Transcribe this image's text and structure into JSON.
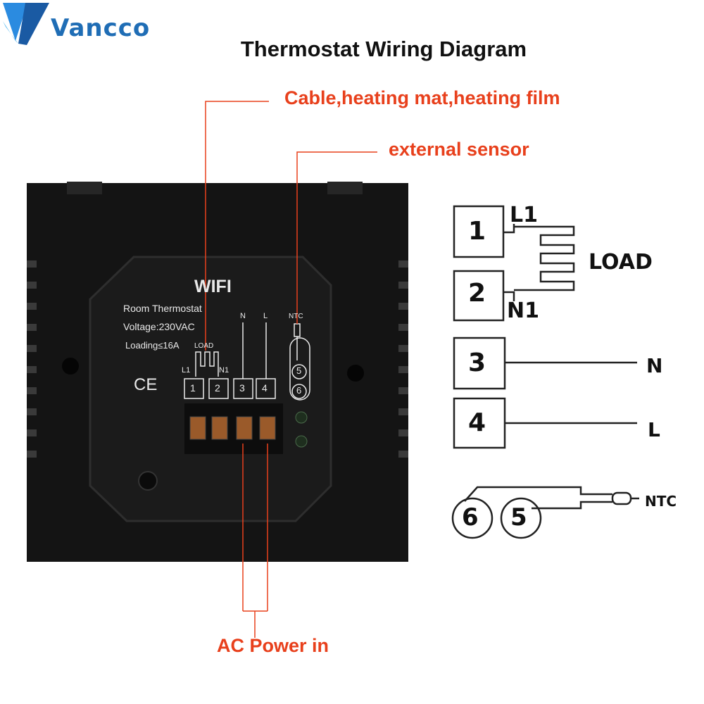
{
  "brand": {
    "name": "Vancco"
  },
  "title": "Thermostat Wiring Diagram",
  "callouts": {
    "load": "Cable,heating mat,heating film",
    "sensor": "external sensor",
    "power": "AC Power in"
  },
  "device": {
    "wifi": "WIFI",
    "model": "Room Thermostat",
    "voltage": "Voltage:230VAC",
    "loading": "Loading≤16A",
    "ce": "CE",
    "load": "LOAD",
    "terminals": [
      "1",
      "2",
      "3",
      "4"
    ],
    "l1": "L1",
    "n1": "N1",
    "n": "N",
    "l": "L",
    "ntc": "NTC",
    "sensor_pins": [
      "5",
      "6"
    ]
  },
  "schematic": {
    "terminals": [
      "1",
      "2",
      "3",
      "4"
    ],
    "l1": "L1",
    "n1": "N1",
    "load": "LOAD",
    "n": "N",
    "l": "L",
    "pins": [
      "6",
      "5"
    ],
    "ntc": "NTC"
  },
  "colors": {
    "accent": "#e8401c",
    "brand": "#1f6db5",
    "device": "#131313"
  }
}
